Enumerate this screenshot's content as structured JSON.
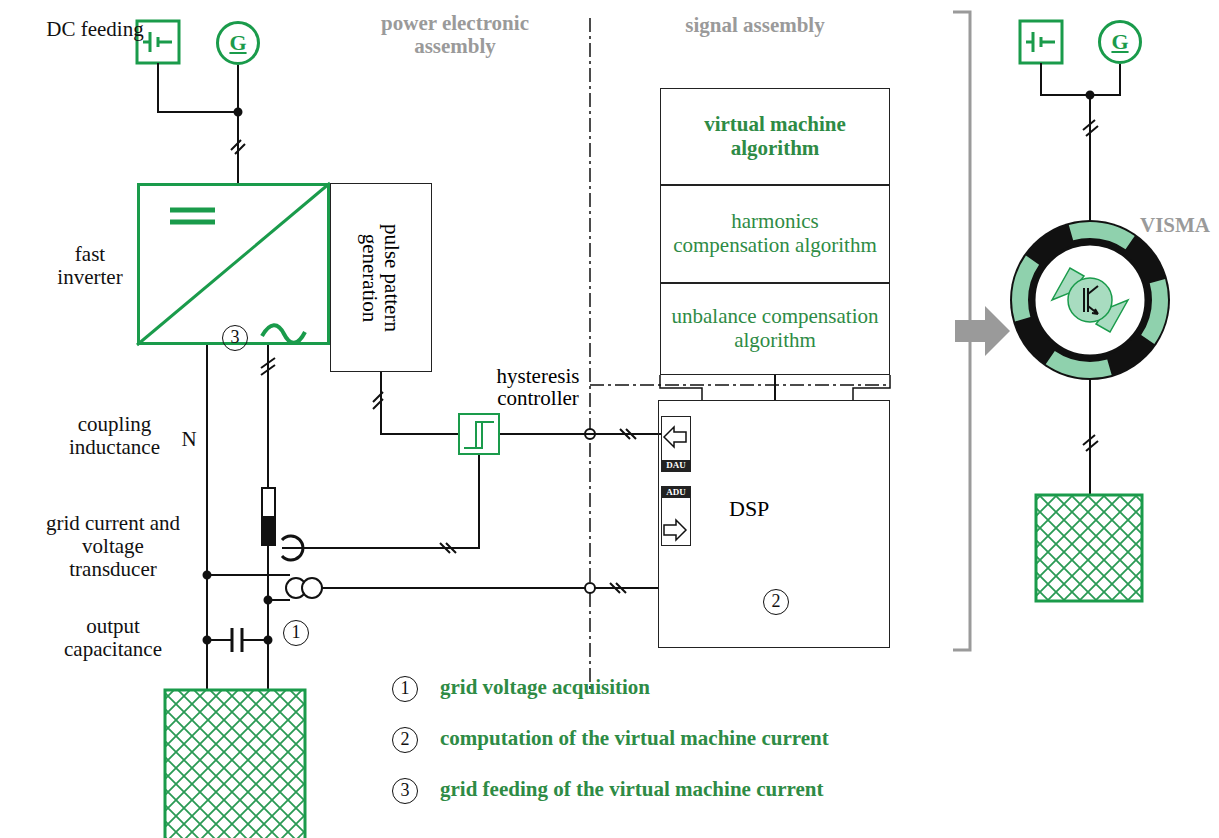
{
  "diagram": {
    "nodes": [
      {
        "text": [
          "G"
        ]
      },
      {
        "text": [
          "3"
        ]
      },
      {
        "text": [
          "pulse pattern generation"
        ]
      },
      {
        "text": [
          "hysteresis controller"
        ]
      },
      {
        "text": [
          "virtual machine algorithm"
        ]
      },
      {
        "text": [
          "harmonics compensation algorithm"
        ]
      },
      {
        "text": [
          "unbalance compensation algorithm"
        ]
      },
      {
        "text": [
          "DSP",
          "2"
        ]
      },
      {
        "text": [
          "DAU"
        ],
        "in": 7
      },
      {
        "text": [
          "ADU"
        ],
        "in": 7
      },
      {
        "text": [
          "G"
        ]
      }
    ],
    "edges": [
      {
        "from": 0,
        "to": 1,
        "arrow": "none"
      },
      {
        "from": 3,
        "to": 2,
        "arrow": "none"
      },
      {
        "from": 3,
        "to": 8,
        "arrow": "none"
      },
      {
        "from": 6,
        "to": 7,
        "arrow": "none"
      }
    ],
    "labels": [
      "DC feeding",
      "power electronic assembly",
      "signal assembly",
      "fast inverter",
      "coupling inductance",
      "N",
      "grid current and voltage transducer",
      "output capacitance",
      "1",
      "VISMA",
      "1",
      "grid voltage acquisition",
      "2",
      "computation of the virtual machine current",
      "3",
      "grid feeding of the virtual machine current"
    ]
  }
}
